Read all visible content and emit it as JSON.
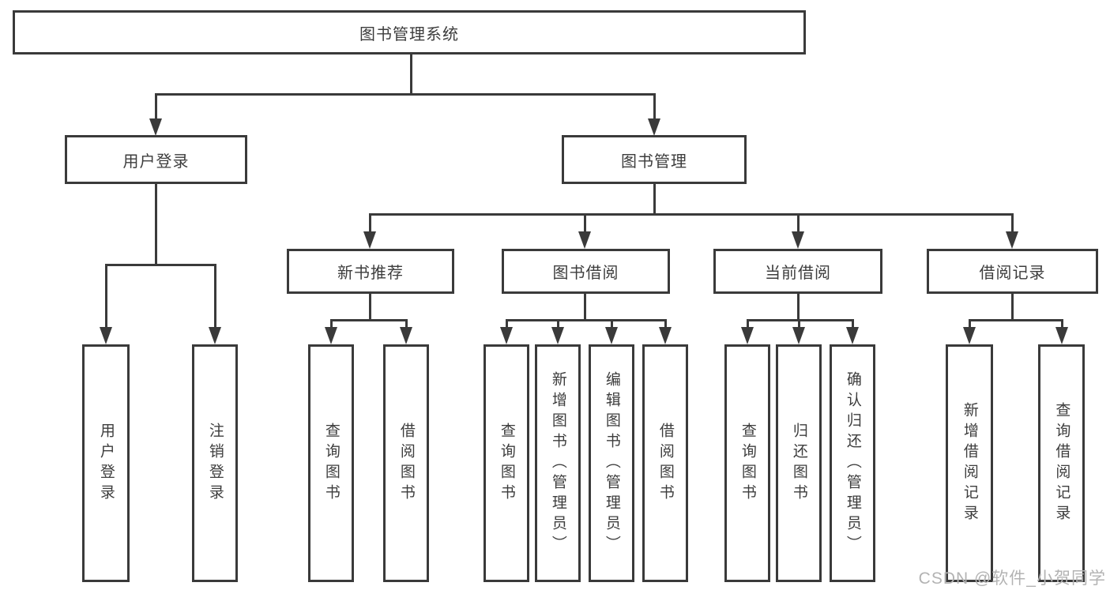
{
  "nodes": {
    "root": {
      "label": "图书管理系统"
    },
    "user_login": {
      "label": "用户登录"
    },
    "book_mgmt": {
      "label": "图书管理"
    },
    "new_book_rec": {
      "label": "新书推荐"
    },
    "book_borrow": {
      "label": "图书借阅"
    },
    "current_borrow": {
      "label": "当前借阅"
    },
    "borrow_records": {
      "label": "借阅记录"
    },
    "leaf_user_login": {
      "label": "用户登录"
    },
    "leaf_logout": {
      "label": "注销登录"
    },
    "leaf_rec_query_books": {
      "label": "查询图书"
    },
    "leaf_rec_borrow_books": {
      "label": "借阅图书"
    },
    "leaf_bb_query_books": {
      "label": "查询图书"
    },
    "leaf_bb_add_books": {
      "label": "新增图书（管理员）"
    },
    "leaf_bb_edit_books": {
      "label": "编辑图书（管理员）"
    },
    "leaf_bb_borrow_books": {
      "label": "借阅图书"
    },
    "leaf_cb_query_books": {
      "label": "查询图书"
    },
    "leaf_cb_return_books": {
      "label": "归还图书"
    },
    "leaf_cb_confirm_return": {
      "label": "确认归还（管理员）"
    },
    "leaf_br_add_record": {
      "label": "新增借阅记录"
    },
    "leaf_br_query_record": {
      "label": "查询借阅记录"
    }
  },
  "structure": {
    "图书管理系统": [
      "用户登录",
      "图书管理"
    ],
    "用户登录": [
      "用户登录",
      "注销登录"
    ],
    "图书管理": [
      "新书推荐",
      "图书借阅",
      "当前借阅",
      "借阅记录"
    ],
    "新书推荐": [
      "查询图书",
      "借阅图书"
    ],
    "图书借阅": [
      "查询图书",
      "新增图书（管理员）",
      "编辑图书（管理员）",
      "借阅图书"
    ],
    "当前借阅": [
      "查询图书",
      "归还图书",
      "确认归还（管理员）"
    ],
    "借阅记录": [
      "新增借阅记录",
      "查询借阅记录"
    ]
  },
  "watermark": {
    "text": "CSDN @软件_小贺同学"
  },
  "colors": {
    "line": "#3a3a3a",
    "text": "#3d3d3d",
    "watermark": "#b3b3b3",
    "background": "#ffffff"
  }
}
